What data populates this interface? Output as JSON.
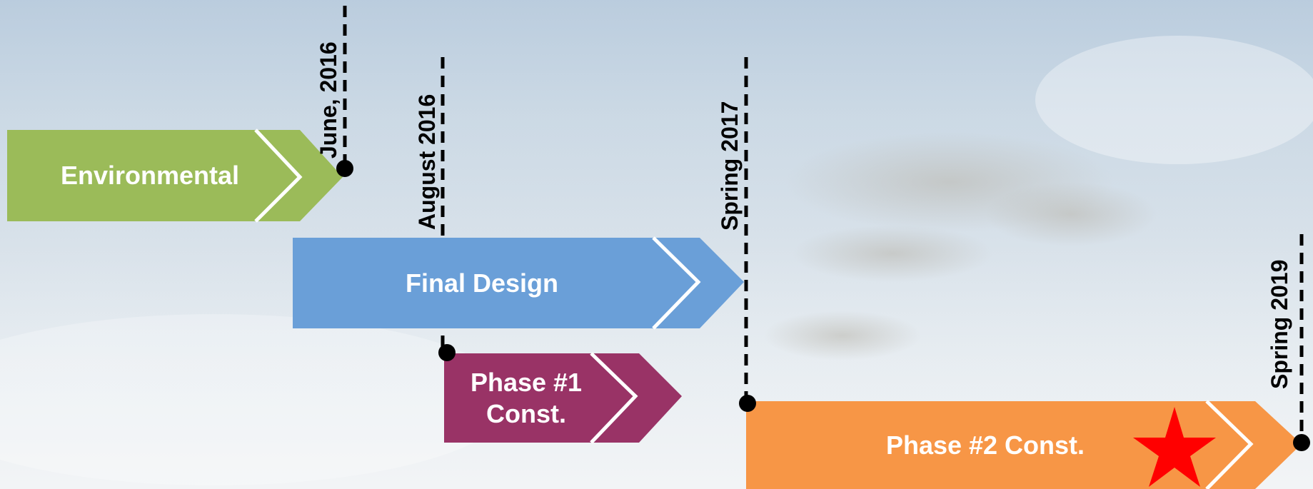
{
  "diagram": {
    "type": "project-timeline",
    "milestones": [
      {
        "id": "june-2016",
        "label": "June, 2016"
      },
      {
        "id": "august-2016",
        "label": "August 2016"
      },
      {
        "id": "spring-2017",
        "label": "Spring 2017"
      },
      {
        "id": "spring-2019",
        "label": "Spring 2019"
      }
    ],
    "phases": [
      {
        "id": "environmental",
        "label": "Environmental",
        "color": "#9bbb59"
      },
      {
        "id": "final-design",
        "label": "Final Design",
        "color": "#6a9fd8"
      },
      {
        "id": "phase-1-const",
        "label": "Phase #1\nConst.",
        "color": "#993366"
      },
      {
        "id": "phase-2-const",
        "label": "Phase #2 Const.",
        "color": "#f79646"
      }
    ],
    "marker": {
      "shape": "star",
      "color": "#ff0000"
    },
    "background": {
      "description_colors": [
        "#c9d8e6",
        "#f2f4f6"
      ]
    }
  }
}
